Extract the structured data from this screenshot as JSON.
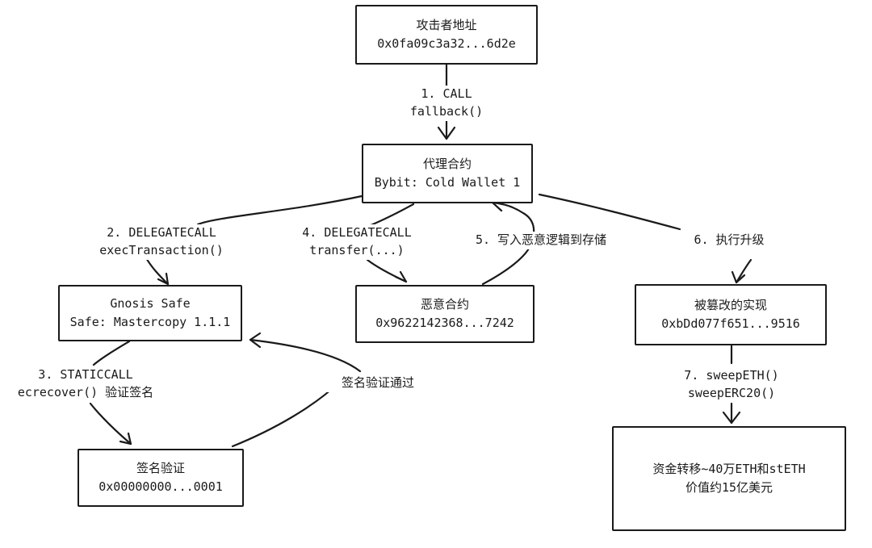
{
  "nodes": {
    "attacker": {
      "line1": "攻击者地址",
      "line2": "0x0fa09c3a32...6d2e"
    },
    "proxy": {
      "line1": "代理合约",
      "line2": "Bybit: Cold Wallet 1"
    },
    "gnosis": {
      "line1": "Gnosis Safe",
      "line2": "Safe: Mastercopy 1.1.1"
    },
    "malicious": {
      "line1": "恶意合约",
      "line2": "0x9622142368...7242"
    },
    "tampered": {
      "line1": "被篡改的实现",
      "line2": "0xbDd077f651...9516"
    },
    "sigverify": {
      "line1": "签名验证",
      "line2": "0x00000000...0001"
    },
    "funds": {
      "line1": "资金转移~40万ETH和stETH",
      "line2": "价值约15亿美元"
    }
  },
  "edges": {
    "e1": {
      "line1": "1. CALL",
      "line2": "fallback()"
    },
    "e2": {
      "line1": "2. DELEGATECALL",
      "line2": "execTransaction()"
    },
    "e3": {
      "line1": "3. STATICCALL",
      "line2": "ecrecover() 验证签名"
    },
    "e4": {
      "line1": "4. DELEGATECALL",
      "line2": "transfer(...)"
    },
    "e5": {
      "line1": "5. 写入恶意逻辑到存储"
    },
    "e6": {
      "line1": "6. 执行升级"
    },
    "e7": {
      "line1": "7. sweepETH()",
      "line2": "sweepERC20()"
    },
    "eok": {
      "line1": "签名验证通过"
    }
  },
  "colors": {
    "ink": "#1a1a1a",
    "background": "#ffffff"
  }
}
